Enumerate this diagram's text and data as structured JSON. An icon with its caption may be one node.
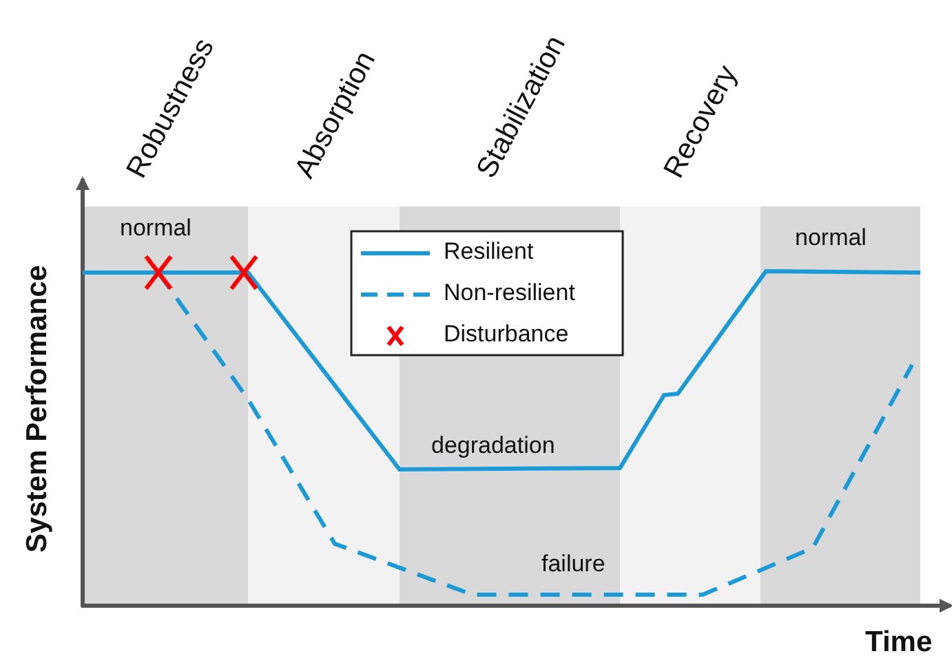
{
  "diagram": {
    "labels": [
      "Robustness",
      "Absorption",
      "Stabilization",
      "Recovery",
      "normal",
      "normal",
      "degradation",
      "failure",
      "System Performance",
      "Time"
    ],
    "legend": [
      {
        "text": "Resilient"
      },
      {
        "text": "Non-resilient"
      },
      {
        "text": "Disturbance"
      }
    ]
  }
}
